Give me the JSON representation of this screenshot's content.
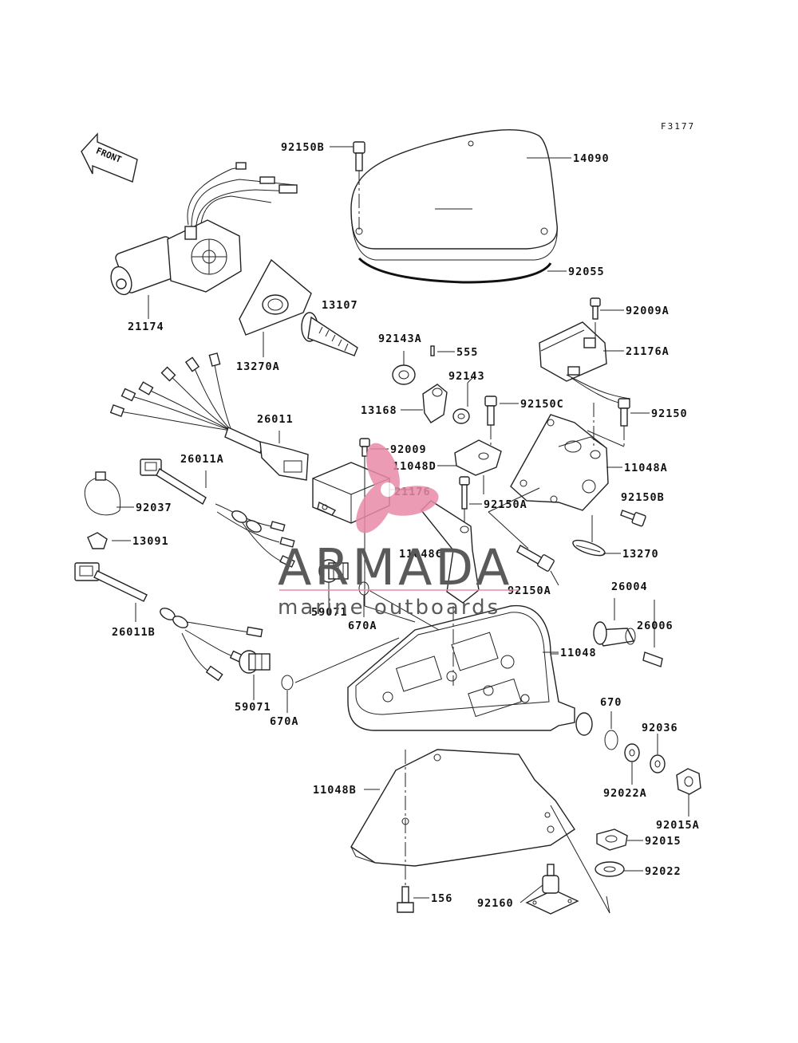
{
  "figure_code": "F3177",
  "front_label": "FRONT",
  "parts": [
    {
      "id": "p92150B",
      "label": "92150B"
    },
    {
      "id": "p14090",
      "label": "14090"
    },
    {
      "id": "p92055",
      "label": "92055"
    },
    {
      "id": "p21174",
      "label": "21174"
    },
    {
      "id": "p13107",
      "label": "13107"
    },
    {
      "id": "p13270A",
      "label": "13270A"
    },
    {
      "id": "p92143A",
      "label": "92143A"
    },
    {
      "id": "p555",
      "label": "555"
    },
    {
      "id": "p92009A",
      "label": "92009A"
    },
    {
      "id": "p21176A",
      "label": "21176A"
    },
    {
      "id": "p92143",
      "label": "92143"
    },
    {
      "id": "p13168",
      "label": "13168"
    },
    {
      "id": "p92150C",
      "label": "92150C"
    },
    {
      "id": "p92150",
      "label": "92150"
    },
    {
      "id": "p26011",
      "label": "26011"
    },
    {
      "id": "p92009",
      "label": "92009"
    },
    {
      "id": "p11048D",
      "label": "11048D"
    },
    {
      "id": "p11048A",
      "label": "11048A"
    },
    {
      "id": "p26011A",
      "label": "26011A"
    },
    {
      "id": "p21176",
      "label": "21176"
    },
    {
      "id": "p92037",
      "label": "92037"
    },
    {
      "id": "p92150A_1",
      "label": "92150A"
    },
    {
      "id": "p92150B_2",
      "label": "92150B"
    },
    {
      "id": "p13091",
      "label": "13091"
    },
    {
      "id": "p11048C",
      "label": "11048C"
    },
    {
      "id": "p13270",
      "label": "13270"
    },
    {
      "id": "p92150A_2",
      "label": "92150A"
    },
    {
      "id": "p59071_1",
      "label": "59071"
    },
    {
      "id": "p670A_1",
      "label": "670A"
    },
    {
      "id": "p26004",
      "label": "26004"
    },
    {
      "id": "p26006",
      "label": "26006"
    },
    {
      "id": "p26011B",
      "label": "26011B"
    },
    {
      "id": "p11048",
      "label": "11048"
    },
    {
      "id": "p59071_2",
      "label": "59071"
    },
    {
      "id": "p670A_2",
      "label": "670A"
    },
    {
      "id": "p670",
      "label": "670"
    },
    {
      "id": "p92036",
      "label": "92036"
    },
    {
      "id": "p11048B",
      "label": "11048B"
    },
    {
      "id": "p92022A",
      "label": "92022A"
    },
    {
      "id": "p92015A",
      "label": "92015A"
    },
    {
      "id": "p92015",
      "label": "92015"
    },
    {
      "id": "p92022",
      "label": "92022"
    },
    {
      "id": "p92160",
      "label": "92160"
    },
    {
      "id": "p156",
      "label": "156"
    }
  ],
  "watermark": {
    "brand": "ARMADA",
    "tagline": "marine outboards",
    "logo_color": "#e98aa8",
    "rule_color": "#e98aa8"
  }
}
